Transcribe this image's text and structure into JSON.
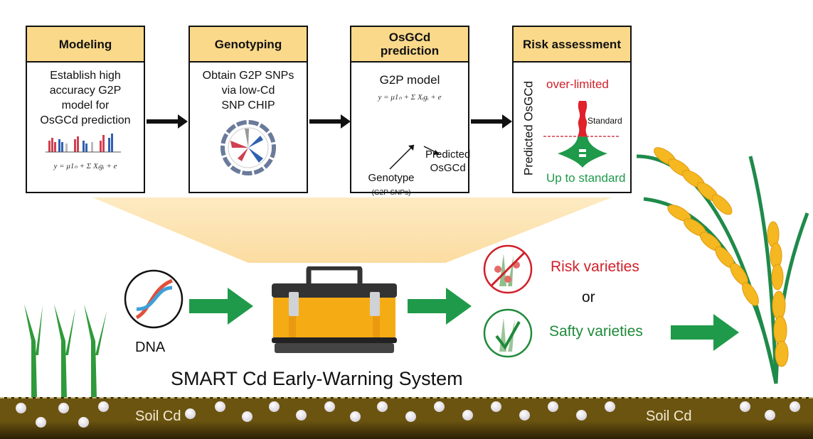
{
  "steps": [
    {
      "title": "Modeling",
      "text": [
        "Establish high",
        "accuracy G2P",
        "model for",
        "OsGCd prediction"
      ],
      "equation": "y = μ1ₙ + Σ Xᵢgᵢ + e",
      "figure": "manhattan-plot"
    },
    {
      "title": "Genotyping",
      "text": [
        "Obtain G2P SNPs",
        "via low-Cd",
        "SNP CHIP"
      ],
      "figure": "circos-plot"
    },
    {
      "title": "OsGCd prediction",
      "model_label": "G2P model",
      "equation": "y = μ1ₙ + Σ Xᵢgᵢ + e",
      "input_label": "Genotype",
      "input_sub": "(G2P SNPs)",
      "output_label": [
        "Predicted",
        "OsGCd"
      ]
    },
    {
      "title": "Risk assessment",
      "axis_label": "Predicted OsGCd",
      "over_label": "over-limited",
      "standard_label": "Standard",
      "ok_label": "Up to standard"
    }
  ],
  "dna_label": "DNA",
  "system_title": "SMART Cd Early-Warning System",
  "outcomes": {
    "risk": "Risk varieties",
    "or": "or",
    "safe": "Safty varieties"
  },
  "soil": {
    "left_label": "Soil Cd",
    "right_label": "Soil Cd"
  },
  "colors": {
    "header": "#fad98a",
    "green": "#1f9a4a",
    "red": "#d0202a",
    "soil": "#6b5410",
    "toolbox": "#f5ac14"
  }
}
